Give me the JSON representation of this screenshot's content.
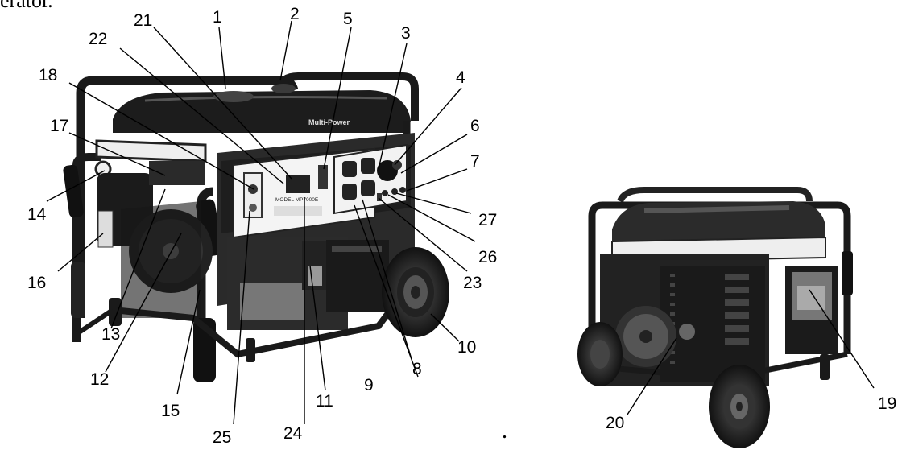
{
  "header_fragment": "erator.",
  "trailing_period": ".",
  "labels": {
    "l1": "1",
    "l2": "2",
    "l3": "3",
    "l4": "4",
    "l5": "5",
    "l6": "6",
    "l7": "7",
    "l8": "8",
    "l9": "9",
    "l10": "10",
    "l11": "11",
    "l12": "12",
    "l13": "13",
    "l14": "14",
    "l15": "15",
    "l16": "16",
    "l17": "17",
    "l18": "18",
    "l19": "19",
    "l20": "20",
    "l21": "21",
    "l22": "22",
    "l23": "23",
    "l24": "24",
    "l25": "25",
    "l26": "26",
    "l27": "27"
  },
  "panel_text": {
    "brand": "Multi-Power",
    "model": "MODEL  MP7000E"
  }
}
